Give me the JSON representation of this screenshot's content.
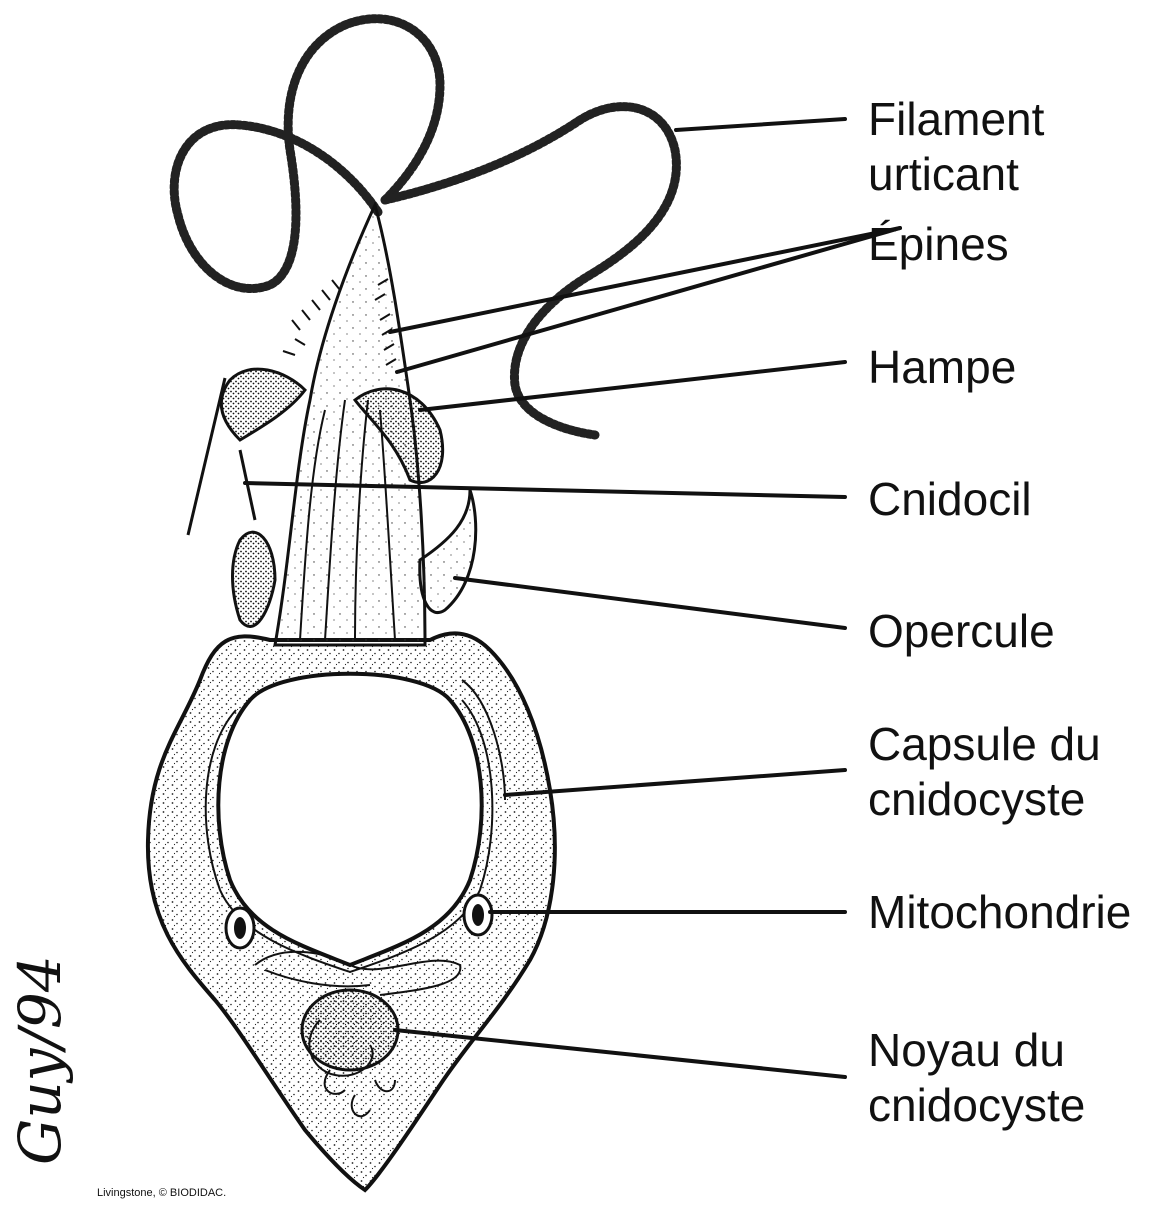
{
  "labels": {
    "filament": [
      "Filament",
      "urticant"
    ],
    "epines": [
      "Épines"
    ],
    "hampe": [
      "Hampe"
    ],
    "cnidocil": [
      "Cnidocil"
    ],
    "opercule": [
      "Opercule"
    ],
    "capsule": [
      "Capsule du",
      "cnidocyste"
    ],
    "mitochondrie": [
      "Mitochondrie"
    ],
    "noyau": [
      "Noyau du",
      "cnidocyste"
    ]
  },
  "signature": "Guy/94",
  "credit": "Livingstone, © BIODIDAC."
}
